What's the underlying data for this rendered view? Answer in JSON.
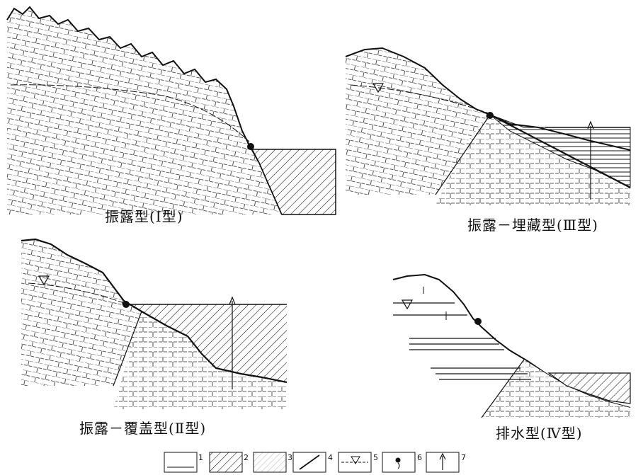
{
  "captions": {
    "panel1": "振露型(Ⅰ型)",
    "panel2": "振露－埋藏型(Ⅲ型)",
    "panel3": "振露－覆盖型(Ⅱ型)",
    "panel4": "排水型(Ⅳ型)"
  },
  "legend": {
    "n1": "1",
    "n2": "2",
    "n3": "3",
    "n4": "4",
    "n5": "5",
    "n6": "6",
    "n7": "7"
  },
  "colors": {
    "ink": "#111111",
    "background": "#ffffff"
  }
}
